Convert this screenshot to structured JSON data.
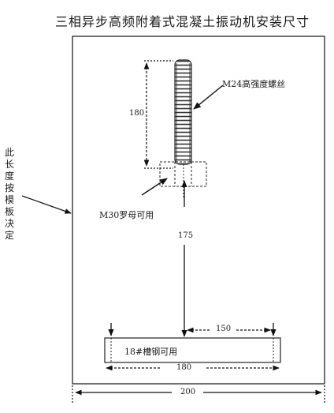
{
  "title": "三相异步高频附着式混凝土振动机安装尺寸",
  "side_note": "此长度按模板决定",
  "labels": {
    "bolt": "M24高强度螺丝",
    "nut": "M30罗母可用",
    "channel": "18#槽钢可用"
  },
  "dimensions": {
    "bolt_length": "180",
    "vertical_distance": "175",
    "hole_spacing": "150",
    "channel_width": "180",
    "overall_width": "200"
  }
}
